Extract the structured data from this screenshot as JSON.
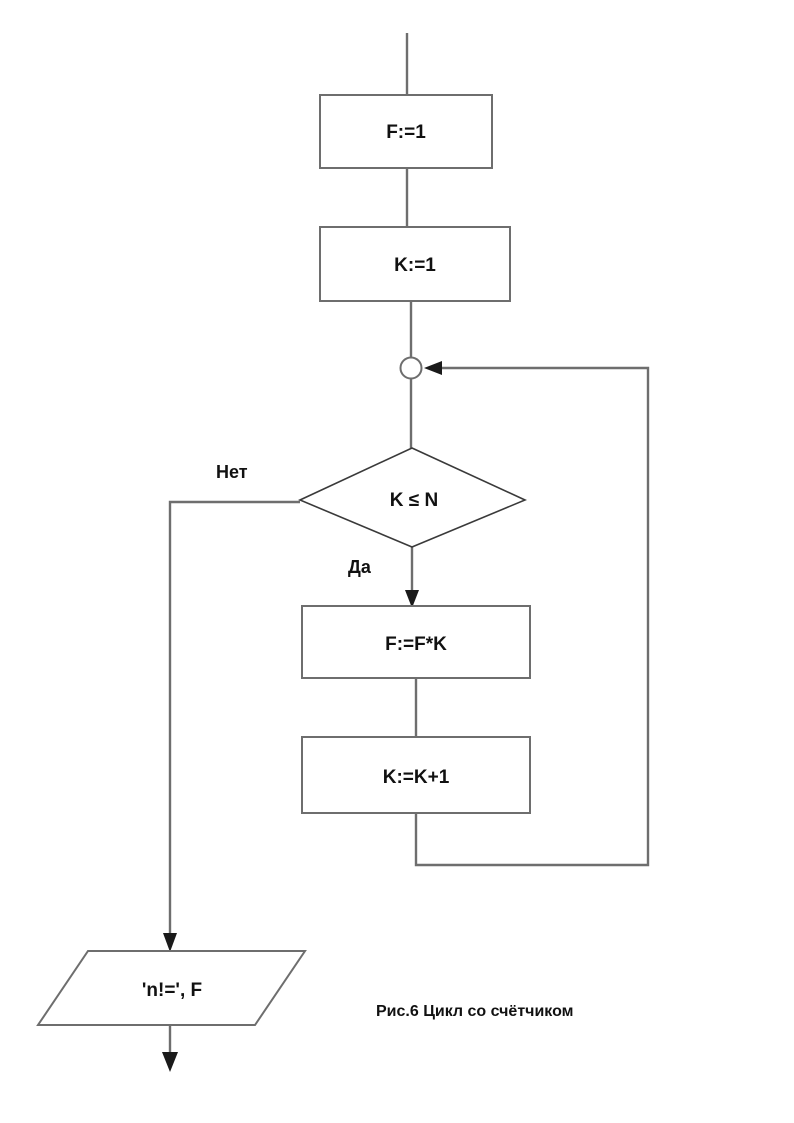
{
  "diagram": {
    "title_caption": "Рис.6  Цикл со счётчиком",
    "language": "ru",
    "type": "flowchart",
    "nodes": [
      {
        "id": "init_f",
        "kind": "process",
        "label": "F:=1"
      },
      {
        "id": "init_k",
        "kind": "process",
        "label": "K:=1"
      },
      {
        "id": "merge",
        "kind": "connector",
        "label": ""
      },
      {
        "id": "condition",
        "kind": "decision",
        "label": "K ≤ N"
      },
      {
        "id": "mul",
        "kind": "process",
        "label": "F:=F*K"
      },
      {
        "id": "inc",
        "kind": "process",
        "label": "K:=K+1"
      },
      {
        "id": "output",
        "kind": "input-output",
        "label": "'n!=', F"
      }
    ],
    "branches": {
      "no_label": "Нет",
      "yes_label": "Да"
    },
    "colors": {
      "shape_stroke": "#6e6e6e",
      "diamond_stroke": "#3a3a3a",
      "connector": "#6e6e6e",
      "arrow_fill": "#1a1a1a",
      "text": "#111111",
      "background": "#ffffff"
    }
  }
}
